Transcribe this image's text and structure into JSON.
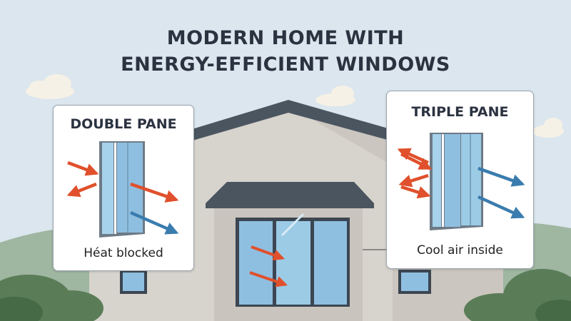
{
  "title": {
    "line1": "MODERN HOME WITH",
    "line2": "ENERGY-EFFICIENT WINDOWS"
  },
  "panels": {
    "left": {
      "heading": "DOUBLE PANE",
      "caption": "Héat blocked"
    },
    "right": {
      "heading": "TRIPLE PANE",
      "caption": "Cool air inside"
    }
  },
  "colors": {
    "sky": "#dbe6ee",
    "wall": "#d7d3cd",
    "roof": "#4a5560",
    "glass": "#8fbfe0",
    "heat_arrow": "#e0502c",
    "cool_arrow": "#3a7cae",
    "foliage": "#5a7d58",
    "text": "#2b3240"
  },
  "icons": [
    "heat-arrow-icon",
    "cool-arrow-icon",
    "window-pane-icon"
  ]
}
